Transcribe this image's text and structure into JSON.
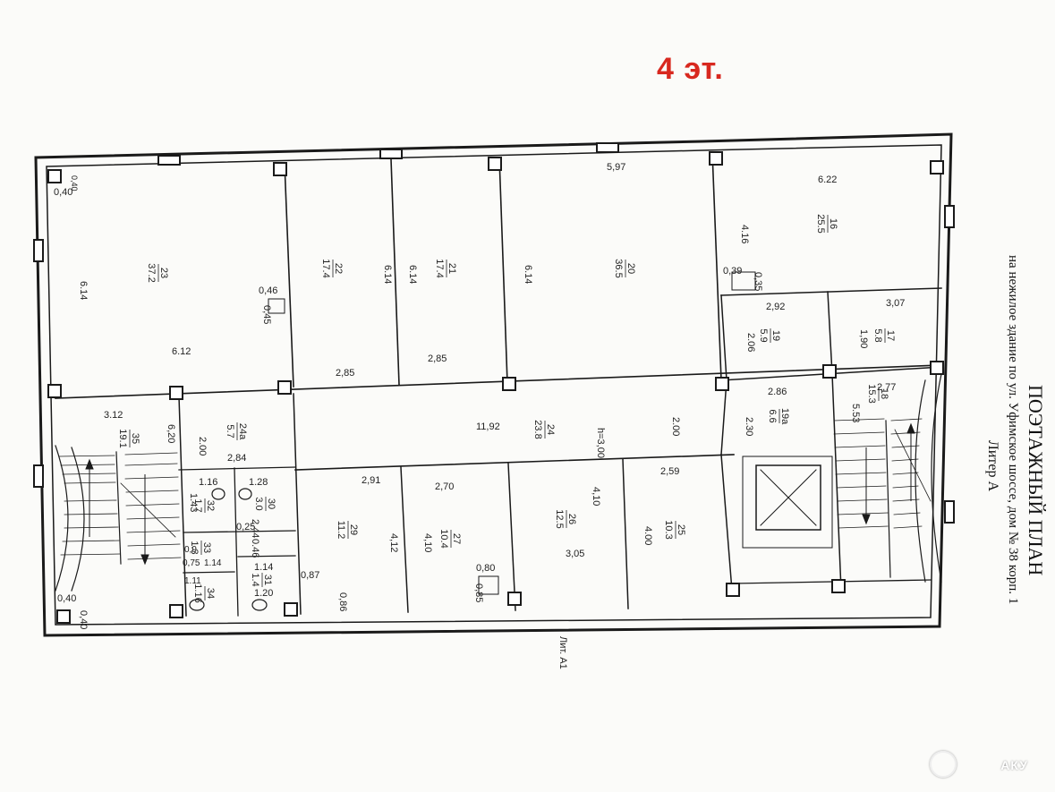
{
  "floor_label": "4 эт.",
  "title": {
    "line1": "ПОЭТАЖНЫЙ ПЛАН",
    "line2": "на нежилое здание по ул. Уфимское шоссе, дом № 38 корп. 1",
    "line3": "Литер А"
  },
  "sublabel": "Лит. А1",
  "watermark": "АКУ",
  "height_note": "h=3,00",
  "rooms": {
    "r23": {
      "num": "23",
      "area": "37.2"
    },
    "r22": {
      "num": "22",
      "area": "17.4"
    },
    "r21": {
      "num": "21",
      "area": "17.4"
    },
    "r20": {
      "num": "20",
      "area": "36.5"
    },
    "r16": {
      "num": "16",
      "area": "25.5"
    },
    "r19": {
      "num": "19",
      "area": "5.9"
    },
    "r17": {
      "num": "17",
      "area": "5.8"
    },
    "r19a": {
      "num": "19а",
      "area": "6.6"
    },
    "r18": {
      "num": "18",
      "area": "15.3"
    },
    "r24": {
      "num": "24",
      "area": "23.8"
    },
    "r24a": {
      "num": "24а",
      "area": "5.7"
    },
    "r35": {
      "num": "35",
      "area": "19.1"
    },
    "r32": {
      "num": "32",
      "area": "1.7"
    },
    "r30": {
      "num": "30",
      "area": "3.0"
    },
    "r29": {
      "num": "29",
      "area": "11.2"
    },
    "r27": {
      "num": "27",
      "area": "10.4"
    },
    "r26": {
      "num": "26",
      "area": "12.5"
    },
    "r25": {
      "num": "25",
      "area": "10.3"
    },
    "r33": {
      "num": "33",
      "area": "1.3"
    },
    "r34": {
      "num": "34",
      "area": "1.16"
    },
    "r31": {
      "num": "31",
      "area": "1.4"
    }
  },
  "dims": {
    "d1": "0,40",
    "d2": "0,40",
    "d3": "6.14",
    "d4": "6.12",
    "d5": "0,46",
    "d6": "0,45",
    "d7": "6.14",
    "d8": "6.14",
    "d9": "6.14",
    "d10": "5,97",
    "d11": "6.22",
    "d12": "4.16",
    "d13": "0,39",
    "d14": "0,35",
    "d15": "2,92",
    "d16": "3,07",
    "d17": "2.06",
    "d18": "1,90",
    "d19": "2,85",
    "d20": "2,85",
    "d21": "2.86",
    "d22": "2,77",
    "d23": "3.12",
    "d24": "11,92",
    "d25": "6,20",
    "d26": "2.00",
    "d27": "2,84",
    "d28": "2.00",
    "d29": "2.30",
    "d30": "5.53",
    "d31": "1.16",
    "d32": "1.28",
    "d33": "1.43",
    "d34": "2,91",
    "d35": "2,70",
    "d36": "4,10",
    "d37": "2,59",
    "d38": "0,25",
    "d39": "2.44",
    "d40": "0.46",
    "d41": "4,12",
    "d42": "4,10",
    "d43": "4.00",
    "d44": "3,05",
    "d45": "0,9",
    "d46": "1.14",
    "d47": "0,75",
    "d48": "1.14",
    "d49": "1.11",
    "d50": "1.20",
    "d51": "0,87",
    "d52": "0,80",
    "d53": "0,85",
    "d54": "0,86",
    "d55": "0,40",
    "d56": "0,40"
  }
}
